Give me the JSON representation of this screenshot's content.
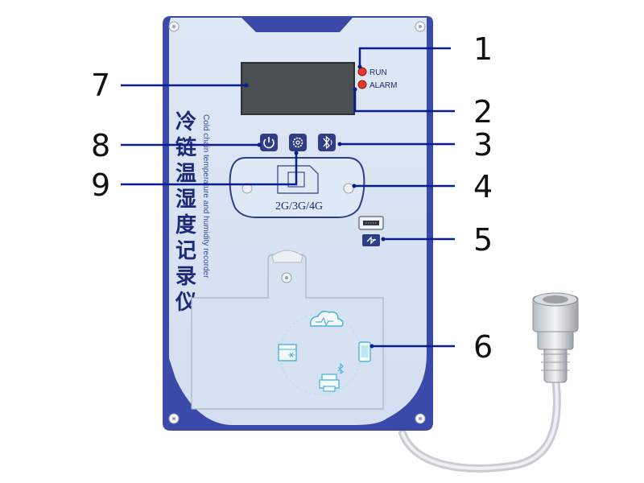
{
  "device": {
    "title_cn": [
      "冷",
      "链",
      "温",
      "湿",
      "度",
      "记",
      "录",
      "仪"
    ],
    "title_en": "Cold chain temperature and humidity recorder",
    "led_run": "RUN",
    "led_alarm": "ALARM",
    "network_label": "2G/3G/4G"
  },
  "callouts": [
    "1",
    "2",
    "3",
    "4",
    "5",
    "6",
    "7",
    "8",
    "9"
  ],
  "colors": {
    "panel": "#d9e4f3",
    "frame": "#3b4aa8",
    "callout_line": "#0b1d8a",
    "led": "#e53a2a",
    "screen": "#4a4f54",
    "button": "#2f3d86"
  },
  "icons": [
    "power-icon",
    "gear-icon",
    "bluetooth-icon",
    "sim-card-icon",
    "usb-port-icon",
    "sync-icon",
    "cloud-icon",
    "box-icon",
    "phone-icon",
    "printer-icon"
  ]
}
